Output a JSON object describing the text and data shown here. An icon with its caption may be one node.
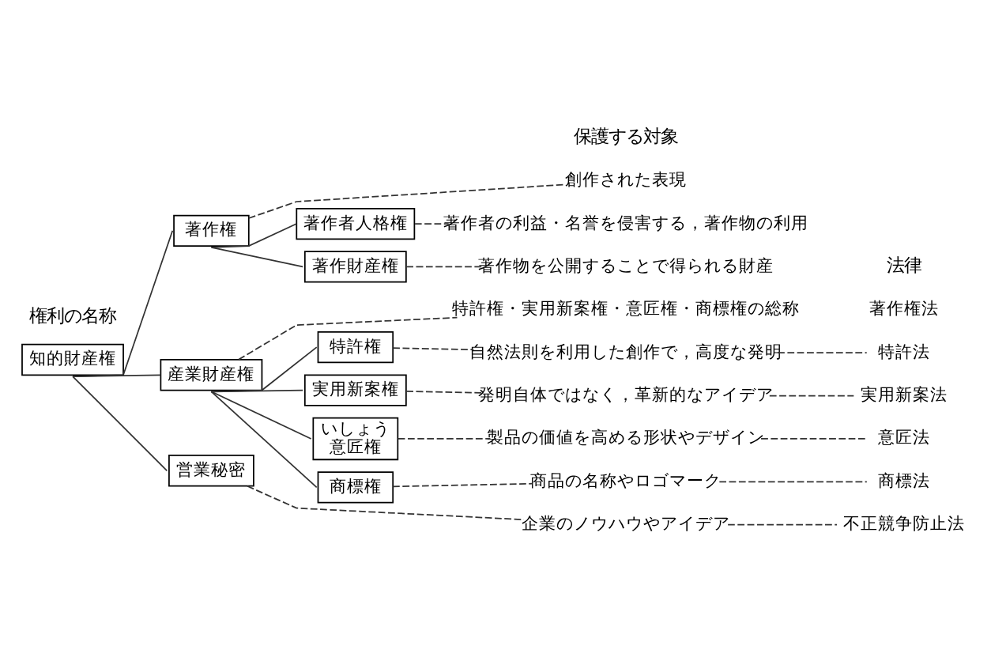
{
  "diagram": {
    "nodes": [
      {
        "text": [
          "知的財産権"
        ]
      },
      {
        "text": [
          "著作権"
        ]
      },
      {
        "text": [
          "創作された表現"
        ]
      },
      {
        "text": [
          "著作者人格権"
        ]
      },
      {
        "text": [
          "著作者の利益・名誉を侵害する，著作物の利用"
        ]
      },
      {
        "text": [
          "著作財産権"
        ]
      },
      {
        "text": [
          "著作物を公開することで得られる財産"
        ]
      },
      {
        "text": [
          "著作権法"
        ]
      },
      {
        "text": [
          "産業財産権"
        ]
      },
      {
        "text": [
          "特許権・実用新案権・意匠権・商標権の総称"
        ]
      },
      {
        "text": [
          "特許権"
        ]
      },
      {
        "text": [
          "自然法則を利用した創作で，高度な発明"
        ]
      },
      {
        "text": [
          "特許法"
        ]
      },
      {
        "text": [
          "実用新案権"
        ]
      },
      {
        "text": [
          "発明自体ではなく，革新的なアイデア"
        ]
      },
      {
        "text": [
          "実用新案法"
        ]
      },
      {
        "text": [
          "いしょう",
          "意匠権"
        ]
      },
      {
        "text": [
          "製品の価値を高める形状やデザイン"
        ]
      },
      {
        "text": [
          "意匠法"
        ]
      },
      {
        "text": [
          "商標権"
        ]
      },
      {
        "text": [
          "商品の名称やロゴマーク"
        ]
      },
      {
        "text": [
          "商標法"
        ]
      },
      {
        "text": [
          "営業秘密"
        ]
      },
      {
        "text": [
          "企業のノウハウやアイデア"
        ]
      },
      {
        "text": [
          "不正競争防止法"
        ]
      }
    ],
    "edges": [
      {
        "from": 0,
        "to": 1,
        "arrow": "none"
      },
      {
        "from": 1,
        "to": 2,
        "arrow": "none",
        "style": "dashed"
      },
      {
        "from": 1,
        "to": 3,
        "arrow": "none"
      },
      {
        "from": 3,
        "to": 4,
        "arrow": "none",
        "style": "dashed"
      },
      {
        "from": 1,
        "to": 5,
        "arrow": "none"
      },
      {
        "from": 5,
        "to": 6,
        "arrow": "none",
        "style": "dashed"
      },
      {
        "from": 0,
        "to": 8,
        "arrow": "none"
      },
      {
        "from": 8,
        "to": 9,
        "arrow": "none",
        "style": "dashed"
      },
      {
        "from": 8,
        "to": 10,
        "arrow": "none"
      },
      {
        "from": 10,
        "to": 11,
        "arrow": "none",
        "style": "dashed"
      },
      {
        "from": 11,
        "to": 12,
        "arrow": "none",
        "style": "dashed"
      },
      {
        "from": 8,
        "to": 13,
        "arrow": "none"
      },
      {
        "from": 13,
        "to": 14,
        "arrow": "none",
        "style": "dashed"
      },
      {
        "from": 14,
        "to": 15,
        "arrow": "none",
        "style": "dashed"
      },
      {
        "from": 8,
        "to": 16,
        "arrow": "none"
      },
      {
        "from": 16,
        "to": 17,
        "arrow": "none",
        "style": "dashed"
      },
      {
        "from": 17,
        "to": 18,
        "arrow": "none",
        "style": "dashed"
      },
      {
        "from": 8,
        "to": 19,
        "arrow": "none"
      },
      {
        "from": 19,
        "to": 20,
        "arrow": "none",
        "style": "dashed"
      },
      {
        "from": 20,
        "to": 21,
        "arrow": "none",
        "style": "dashed"
      },
      {
        "from": 0,
        "to": 22,
        "arrow": "none"
      },
      {
        "from": 22,
        "to": 23,
        "arrow": "none",
        "style": "dashed"
      },
      {
        "from": 23,
        "to": 24,
        "arrow": "none",
        "style": "dashed"
      }
    ],
    "labels": [
      "権利の名称",
      "保護する対象",
      "法律"
    ]
  }
}
